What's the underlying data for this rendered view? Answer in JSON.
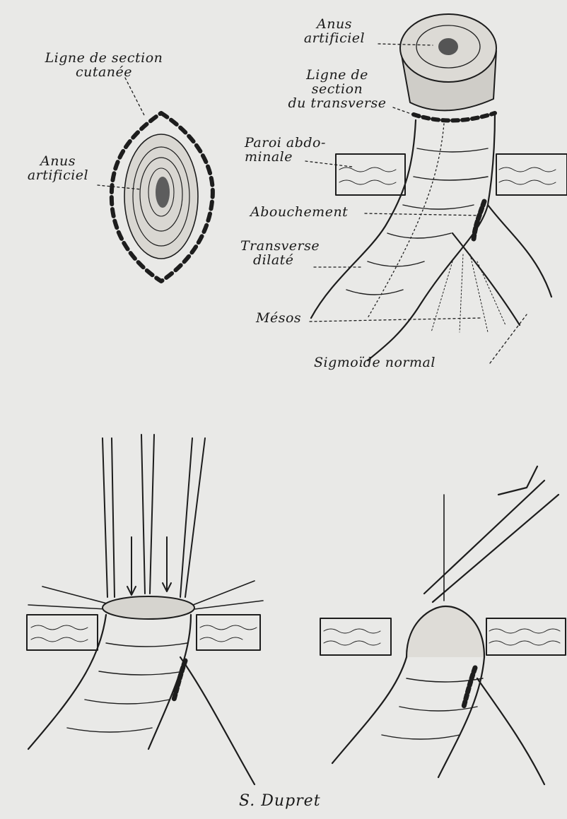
{
  "labels": {
    "ligne_section_cutanee_1": "Ligne de section",
    "ligne_section_cutanee_2": "cutanée",
    "anus_artificiel_left_1": "Anus",
    "anus_artificiel_left_2": "artificiel",
    "anus_artificiel_top_1": "Anus",
    "anus_artificiel_top_2": "artificiel",
    "ligne_section_transverse_1": "Ligne de",
    "ligne_section_transverse_2": "section",
    "ligne_section_transverse_3": "du transverse",
    "paroi_1": "Paroi abdo-",
    "paroi_2": "minale",
    "abouchement": "Abouchement",
    "transverse_dilate_1": "Transverse",
    "transverse_dilate_2": "dilaté",
    "mesos": "Mésos",
    "sigmoide_normal": "Sigmoïde normal",
    "signature": "S. Dupret"
  }
}
